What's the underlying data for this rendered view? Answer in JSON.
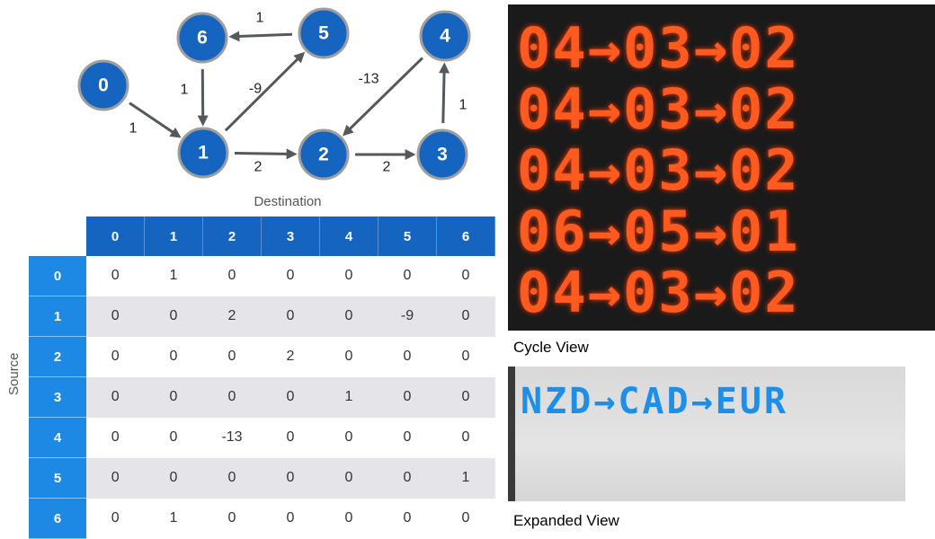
{
  "graph": {
    "nodes": [
      "0",
      "1",
      "2",
      "3",
      "4",
      "5",
      "6"
    ],
    "edges": [
      {
        "from": "0",
        "to": "1",
        "weight": "1"
      },
      {
        "from": "1",
        "to": "2",
        "weight": "2"
      },
      {
        "from": "2",
        "to": "3",
        "weight": "2"
      },
      {
        "from": "3",
        "to": "4",
        "weight": "1"
      },
      {
        "from": "4",
        "to": "2",
        "weight": "-13"
      },
      {
        "from": "1",
        "to": "5",
        "weight": "-9"
      },
      {
        "from": "5",
        "to": "6",
        "weight": "1"
      },
      {
        "from": "6",
        "to": "1",
        "weight": "1"
      }
    ]
  },
  "matrix": {
    "destination_label": "Destination",
    "source_label": "Source",
    "columns": [
      "0",
      "1",
      "2",
      "3",
      "4",
      "5",
      "6"
    ],
    "rows": [
      {
        "label": "0",
        "cells": [
          "0",
          "1",
          "0",
          "0",
          "0",
          "0",
          "0"
        ]
      },
      {
        "label": "1",
        "cells": [
          "0",
          "0",
          "2",
          "0",
          "0",
          "-9",
          "0"
        ]
      },
      {
        "label": "2",
        "cells": [
          "0",
          "0",
          "0",
          "2",
          "0",
          "0",
          "0"
        ]
      },
      {
        "label": "3",
        "cells": [
          "0",
          "0",
          "0",
          "0",
          "1",
          "0",
          "0"
        ]
      },
      {
        "label": "4",
        "cells": [
          "0",
          "0",
          "-13",
          "0",
          "0",
          "0",
          "0"
        ]
      },
      {
        "label": "5",
        "cells": [
          "0",
          "0",
          "0",
          "0",
          "0",
          "0",
          "1"
        ]
      },
      {
        "label": "6",
        "cells": [
          "0",
          "1",
          "0",
          "0",
          "0",
          "0",
          "0"
        ]
      }
    ]
  },
  "cycle_view": {
    "caption": "Cycle View",
    "lines": [
      "04→03→02",
      "04→03→02",
      "04→03→02",
      "06→05→01",
      "04→03→02"
    ]
  },
  "expanded_view": {
    "caption": "Expanded View",
    "text": "NZD→CAD→EUR"
  },
  "colors": {
    "node": "#1565c0",
    "header": "#1565c0",
    "row_header": "#1e88e5",
    "led": "#ff5a1f",
    "lcd": "#1e8fe8"
  }
}
